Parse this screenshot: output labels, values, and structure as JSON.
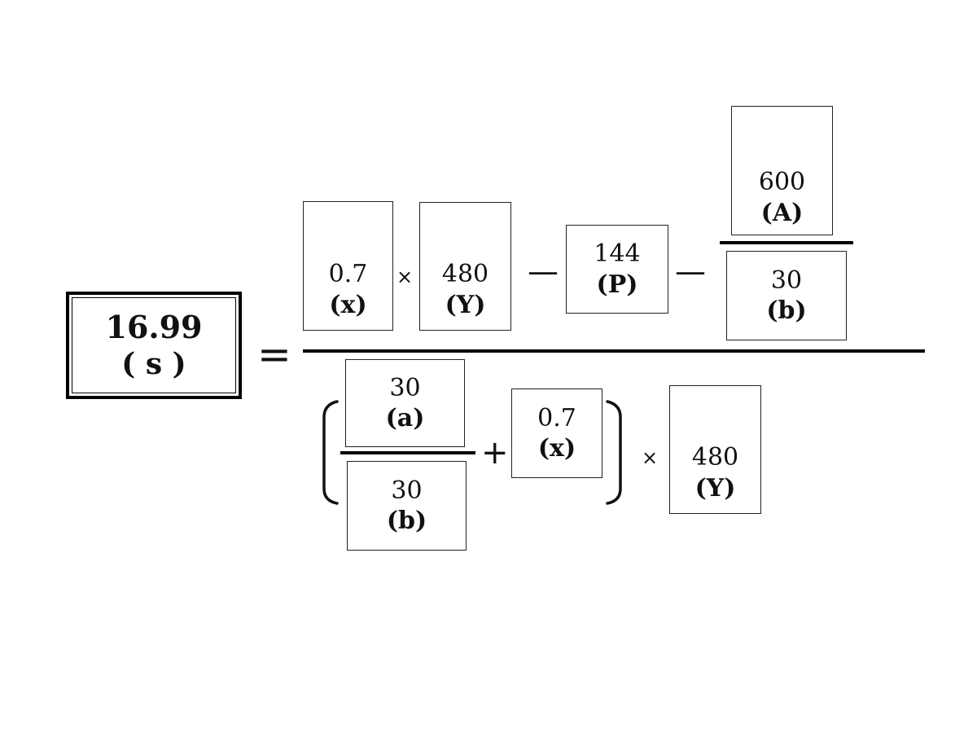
{
  "result": {
    "value": "16.99",
    "label": "( s )"
  },
  "numerator": {
    "x": {
      "value": "0.7",
      "label": "(x)"
    },
    "Y": {
      "value": "480",
      "label": "(Y)"
    },
    "P": {
      "value": "144",
      "label": "(P)"
    },
    "A": {
      "value": "600",
      "label": "(A)"
    },
    "b": {
      "value": "30",
      "label": "(b)"
    }
  },
  "denominator": {
    "a": {
      "value": "30",
      "label": "(a)"
    },
    "b": {
      "value": "30",
      "label": "(b)"
    },
    "x": {
      "value": "0.7",
      "label": "(x)"
    },
    "Y": {
      "value": "480",
      "label": "(Y)"
    }
  },
  "operators": {
    "equals": "=",
    "times": "×",
    "minus": "—",
    "plus": "+"
  }
}
